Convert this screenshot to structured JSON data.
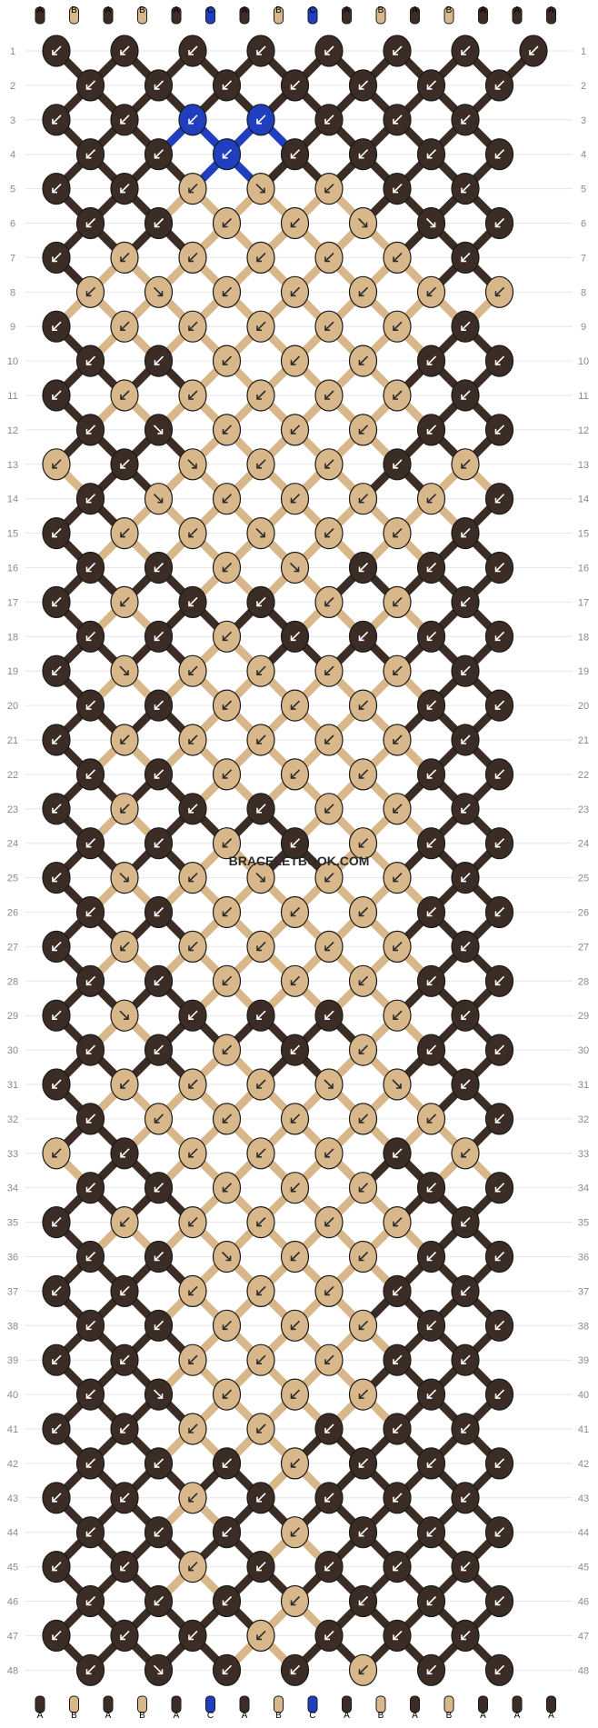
{
  "pattern": {
    "watermark": "BRACELETBOOK.COM",
    "colors": {
      "A": "#3b2d25",
      "B": "#d8b78a",
      "C": "#1f3fbf"
    },
    "strands_top": [
      "A",
      "B",
      "A",
      "B",
      "A",
      "C",
      "A",
      "B",
      "C",
      "A",
      "B",
      "A",
      "B",
      "A",
      "A",
      "A"
    ],
    "strands_bottom": [
      "A",
      "B",
      "A",
      "B",
      "A",
      "C",
      "A",
      "B",
      "C",
      "A",
      "B",
      "A",
      "B",
      "A",
      "A",
      "A"
    ],
    "row_numbers": [
      "1",
      "2",
      "3",
      "4",
      "5",
      "6",
      "7",
      "8",
      "9",
      "10",
      "11",
      "12",
      "13",
      "14",
      "15",
      "16",
      "17",
      "18",
      "19",
      "20",
      "21",
      "22",
      "23",
      "24",
      "25",
      "26",
      "27",
      "28",
      "29",
      "30",
      "31",
      "32",
      "33",
      "34",
      "35",
      "36",
      "37",
      "38",
      "39",
      "40",
      "41",
      "42",
      "43",
      "44",
      "45",
      "46",
      "47",
      "48"
    ],
    "knot_rows": [
      "AAAAAAAA",
      "AAAAAAA",
      "AACCAAA",
      "AACAAAA",
      "AABBBAA",
      "AABBBAA",
      "ABBBBBA",
      "BBBBBBB",
      "ABBBBBA",
      "AABBBAA",
      "ABBBBBA",
      "AABBBAA",
      "BABBBAB",
      "ABBBBBA",
      "ABBBBBA",
      "AABBAAA",
      "ABAABBA",
      "AABAAAA",
      "ABBBBBA",
      "AABBBAA",
      "ABBBBBA",
      "AABBBAA",
      "ABAABBA",
      "AABABAA",
      "ABBBBBA",
      "AABBBAA",
      "ABBBBBA",
      "AABBBAA",
      "ABAAABA",
      "AABABAA",
      "ABBBBBA",
      "ABBBBBA",
      "BABBBAB",
      "AABBBAA",
      "ABBBBBA",
      "AABBBAA",
      "AABBBAA",
      "AABBBAA",
      "AABBBAA",
      "AABBBAA",
      "AABBAAA",
      "AAABAAA",
      "AABAAAA",
      "AAABAAA",
      "AABAAAA",
      "AAABAAA",
      "AAABAAA",
      "AAAABAA"
    ],
    "arrow_rows": [
      "LLLLLLLL",
      "LLLLLLL",
      "LLLLLLL",
      "LLLLLLL",
      "LLLRLLL",
      "LLLLRRL",
      "LLLLLLL",
      "LRLLLLL",
      "LLLLLLL",
      "LLLLLLL",
      "LLLLLLL",
      "LRLLLLL",
      "LLRLLLL",
      "LRLLLLL",
      "LLLRLLL",
      "LLLRLLL",
      "LLLLLLL",
      "LLLLLLL",
      "LRLLLLL",
      "LLLLLLL",
      "LLLLLLL",
      "LLLLLLL",
      "LLLLLLL",
      "LLLLLLL",
      "LRLRLLL",
      "LLLLLLL",
      "LLLLLLL",
      "LLLLLLL",
      "LRLLLLL",
      "LLLLLLL",
      "LLLLRRL",
      "LLLLLLL",
      "LLLLLLL",
      "LLLLLLL",
      "LLLLLLL",
      "LLRLLLL",
      "LLLLLLL",
      "LLLLLLL",
      "LLLLLLL",
      "LRLLLLL",
      "LLLLLLL",
      "LLLLLLL",
      "LLLLLLL",
      "LLLLLLL",
      "LLLLLLL",
      "LLLLLLL",
      "LLLLLLL",
      "LRLLLLL"
    ]
  }
}
